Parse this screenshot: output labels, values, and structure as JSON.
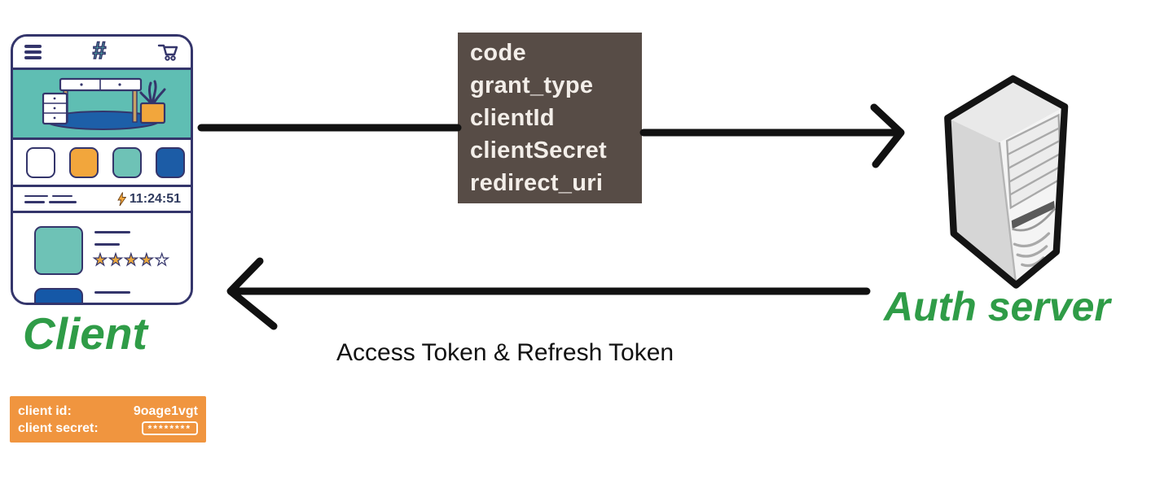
{
  "diagram": {
    "client": {
      "label": "Client",
      "app": {
        "timer_value": "11:24:51",
        "rating_filled": 4,
        "rating_total": 5,
        "swatch_colors": [
          "#ffffff",
          "#f2a63c",
          "#6ec2b6",
          "#1c5ca6"
        ]
      },
      "credentials": {
        "client_id_label": "client id:",
        "client_id_value": "9oage1vgt",
        "client_secret_label": "client secret:",
        "client_secret_masked": "********"
      }
    },
    "request_box": {
      "params": [
        "code",
        "grant_type",
        "clientId",
        "clientSecret",
        "redirect_uri"
      ]
    },
    "auth_server": {
      "label": "Auth server"
    },
    "response_arrow": {
      "label": "Access Token & Refresh Token"
    },
    "colors": {
      "green_label": "#2f9c47",
      "teal": "#5fbeb3",
      "navy_outline": "#34356b",
      "orange": "#f2a63c",
      "blue": "#1c5ca6",
      "request_box_bg": "#574c46",
      "credentials_bg": "#f0953f",
      "arrow": "#111111"
    }
  }
}
